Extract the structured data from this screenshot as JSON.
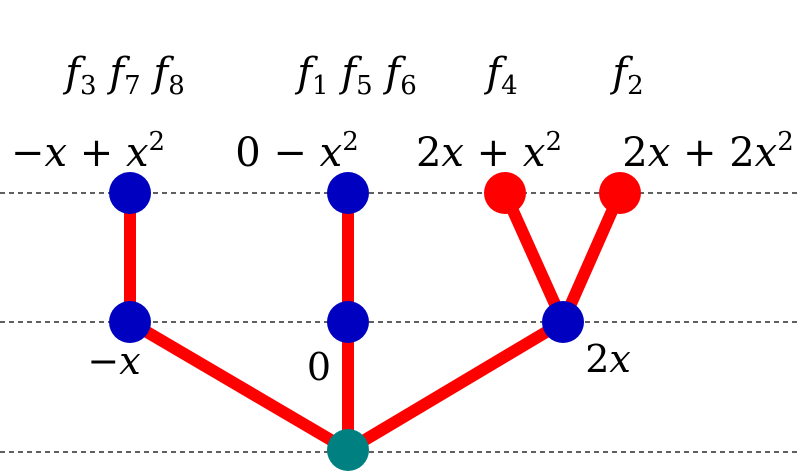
{
  "colors": {
    "edge": "#ff0000",
    "node_blue": "#0000c0",
    "node_red": "#ff0000",
    "node_root": "#008080",
    "guide": "#000000"
  },
  "leaf_groups": [
    {
      "funcs": [
        {
          "sym": "f",
          "sub": "3"
        },
        {
          "sym": "f",
          "sub": "7"
        },
        {
          "sym": "f",
          "sub": "8"
        }
      ]
    },
    {
      "funcs": [
        {
          "sym": "f",
          "sub": "1"
        },
        {
          "sym": "f",
          "sub": "5"
        },
        {
          "sym": "f",
          "sub": "6"
        }
      ]
    },
    {
      "funcs": [
        {
          "sym": "f",
          "sub": "4"
        }
      ]
    },
    {
      "funcs": [
        {
          "sym": "f",
          "sub": "2"
        }
      ]
    }
  ],
  "leaf_polys": [
    {
      "t1": "−",
      "x1": "x",
      "op": " + ",
      "x2": "x",
      "exp": "2"
    },
    {
      "t1": "0 − ",
      "x1": "",
      "op": "",
      "x2": "x",
      "exp": "2"
    },
    {
      "t1": "2",
      "x1": "x",
      "op": " + ",
      "x2": "x",
      "exp": "2"
    },
    {
      "t1": "2",
      "x1": "x",
      "op": " + 2",
      "x2": "x",
      "exp": "2"
    }
  ],
  "mid_labels": [
    {
      "pre": "−",
      "var": "x"
    },
    {
      "pre": "0",
      "var": ""
    },
    {
      "pre": "2",
      "var": "x"
    }
  ]
}
